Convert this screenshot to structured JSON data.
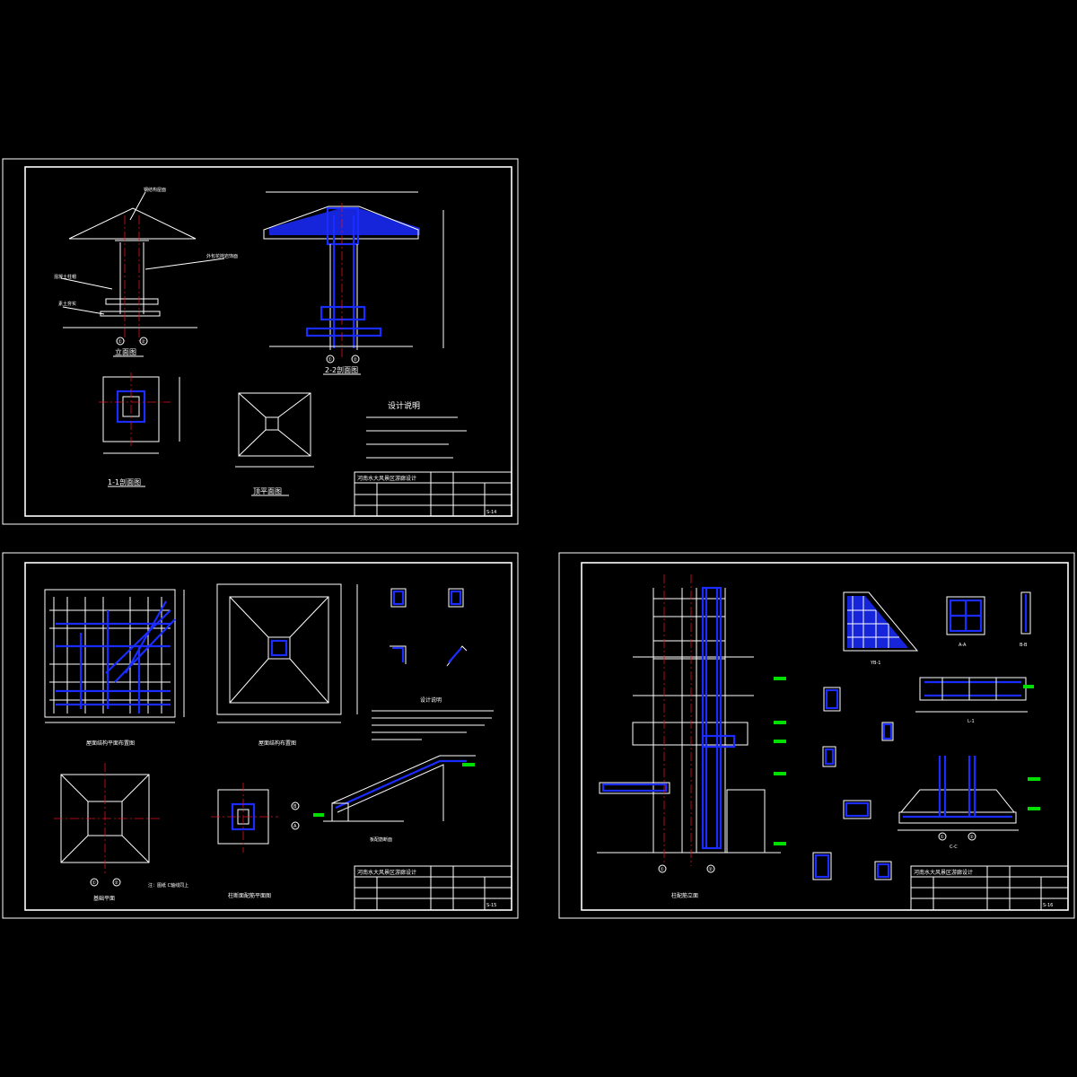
{
  "drawing": {
    "background_color": "#000000",
    "line_color": "#ffffff",
    "rebar_color": "#1a2cff",
    "axis_color": "#e0121c",
    "level_color": "#00e000"
  },
  "sheets": [
    {
      "id": "sheet-1",
      "views": [
        "立面图",
        "2-2剖面图",
        "1-1剖面图",
        "顶平面图"
      ],
      "notes_title": "设计说明",
      "title_block": {
        "project": "河南水大风景区游廊设计",
        "sheet_no": "S-14"
      }
    },
    {
      "id": "sheet-2",
      "views": [
        "屋面结构平面布置图",
        "屋面结构布置图",
        "基础平面",
        "柱断面配筋平面图",
        "板配筋断面"
      ],
      "notes_title": "设计说明",
      "note": "注：图纸 C轴线同上",
      "title_block": {
        "project": "河南水大风景区游廊设计",
        "sheet_no": "S-15"
      }
    },
    {
      "id": "sheet-3",
      "views": [
        "柱配筋立面",
        "YB-1",
        "L-1",
        "C-C",
        "A-A",
        "B-B"
      ],
      "title_block": {
        "project": "河南水大风景区游廊设计",
        "sheet_no": "S-16"
      }
    }
  ],
  "axis_labels": [
    "①",
    "②",
    "A",
    "B"
  ]
}
